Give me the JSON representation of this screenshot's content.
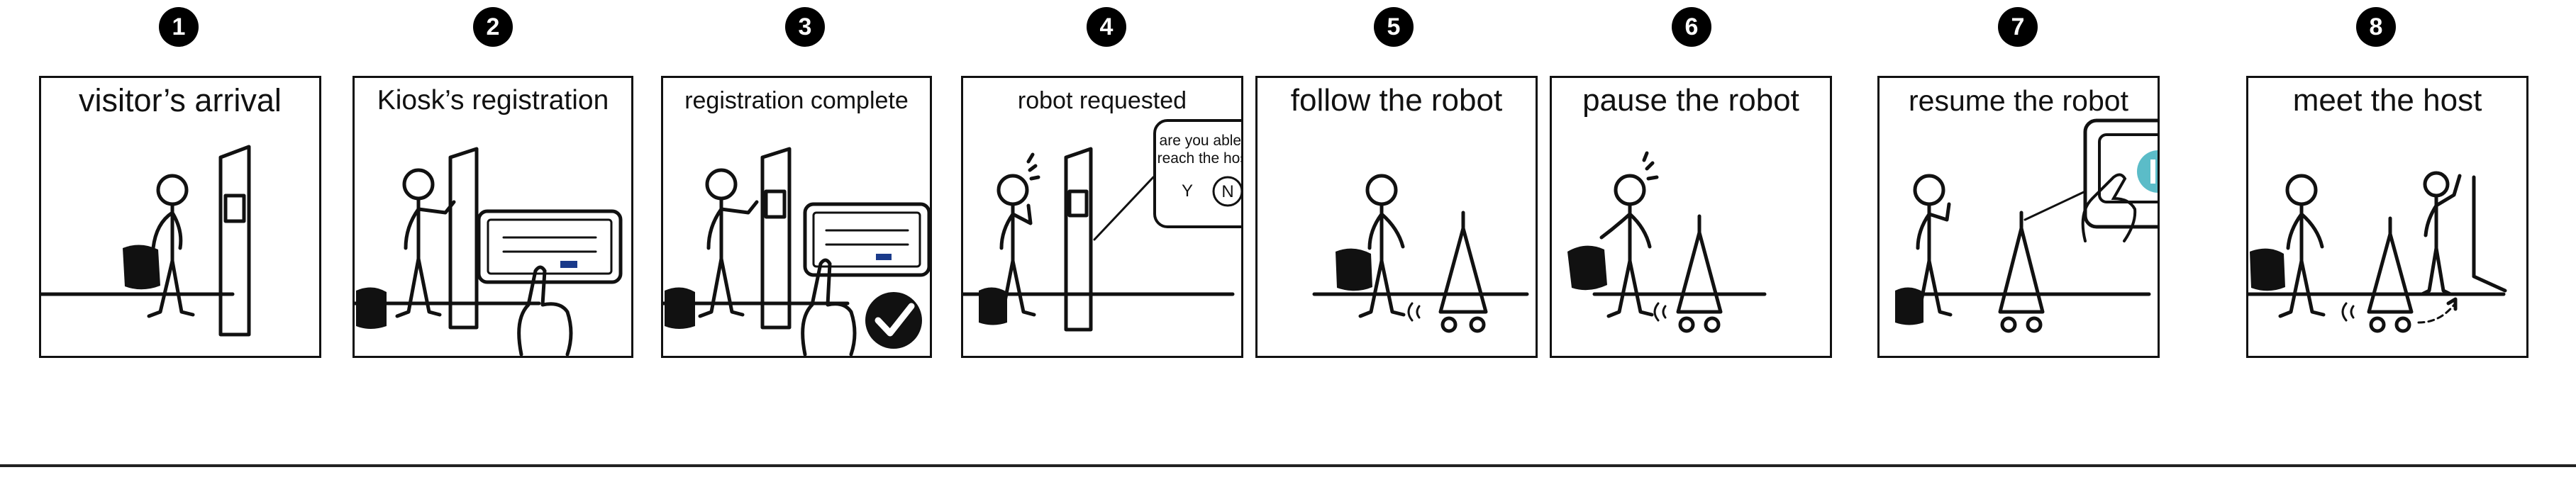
{
  "panels": [
    {
      "number": "1",
      "title": "visitor’s arrival"
    },
    {
      "number": "2",
      "title": "Kiosk’s registration"
    },
    {
      "number": "3",
      "title": "registration complete"
    },
    {
      "number": "4",
      "title": "robot requested"
    },
    {
      "number": "5",
      "title": "follow the robot"
    },
    {
      "number": "6",
      "title": "pause the robot"
    },
    {
      "number": "7",
      "title": "resume the robot"
    },
    {
      "number": "8",
      "title": "meet the host"
    }
  ],
  "speech_bubble": {
    "line1": "are you able to",
    "line2": "reach the host?",
    "yes": "Y",
    "no": "N"
  },
  "colors": {
    "pause_button": "#5bbcc8"
  }
}
